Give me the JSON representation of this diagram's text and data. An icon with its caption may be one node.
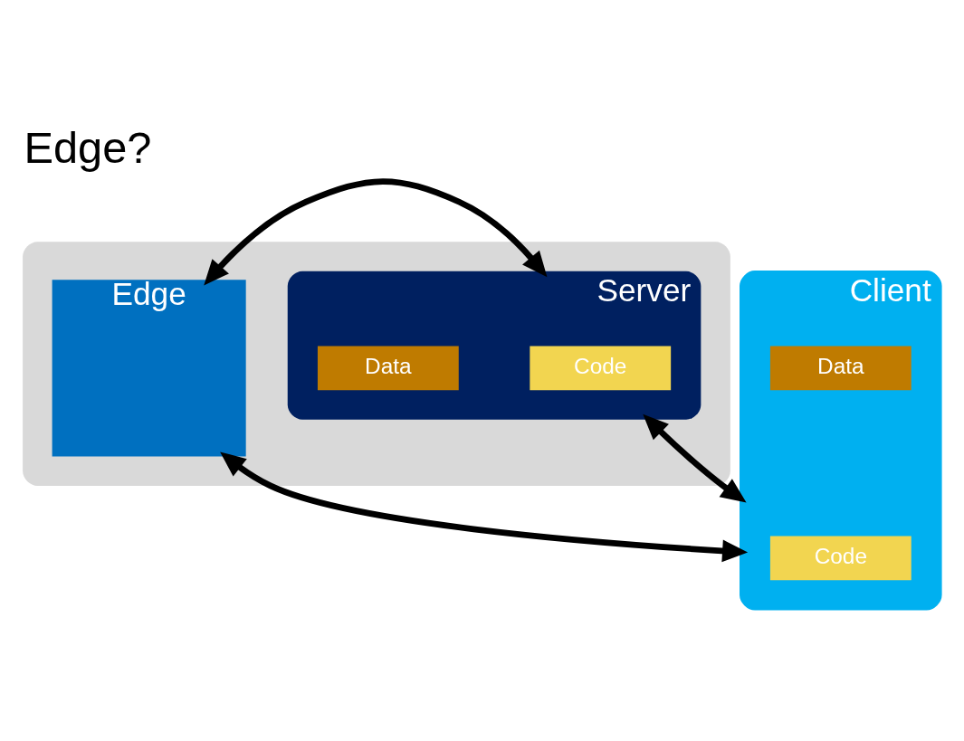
{
  "diagram": {
    "title": "Edge?",
    "nodes": [
      {
        "text": [],
        "shape": "cloud"
      },
      {
        "text": [
          "Edge"
        ],
        "in": 0
      },
      {
        "text": [
          "Server"
        ],
        "in": 0
      },
      {
        "text": [
          "Code"
        ],
        "in": 2
      },
      {
        "text": [
          "Data"
        ],
        "in": 2
      },
      {
        "text": [
          "Client"
        ]
      },
      {
        "text": [
          "Code"
        ],
        "in": 5
      },
      {
        "text": [
          "Data"
        ],
        "in": 5
      }
    ],
    "edges": [
      {
        "from": 1,
        "to": 2,
        "arrow": "both"
      },
      {
        "from": 1,
        "to": 5,
        "arrow": "both"
      },
      {
        "from": 2,
        "to": 5,
        "arrow": "both"
      }
    ]
  }
}
